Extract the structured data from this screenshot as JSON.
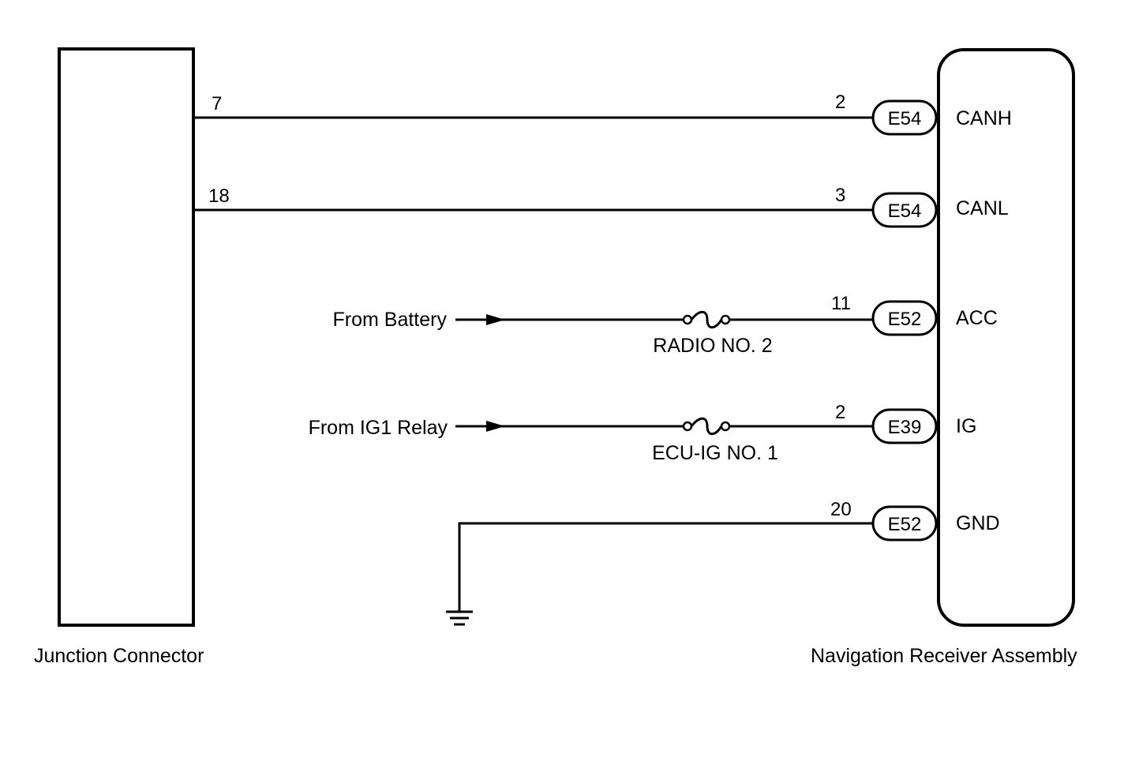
{
  "components": {
    "left": {
      "label": "Junction Connector"
    },
    "right": {
      "label": "Navigation Receiver Assembly"
    }
  },
  "circuits": [
    {
      "left_pin": "7",
      "source": "",
      "fuse": "",
      "pin": "2",
      "connector": "E54",
      "terminal": "CANH"
    },
    {
      "left_pin": "18",
      "source": "",
      "fuse": "",
      "pin": "3",
      "connector": "E54",
      "terminal": "CANL"
    },
    {
      "left_pin": "",
      "source": "From Battery",
      "fuse": "RADIO NO. 2",
      "pin": "11",
      "connector": "E52",
      "terminal": "ACC"
    },
    {
      "left_pin": "",
      "source": "From IG1 Relay",
      "fuse": "ECU-IG NO. 1",
      "pin": "2",
      "connector": "E39",
      "terminal": "IG"
    },
    {
      "left_pin": "",
      "source": "",
      "fuse": "",
      "pin": "20",
      "connector": "E52",
      "terminal": "GND"
    }
  ],
  "symbols": {
    "ground": "ground-icon",
    "fuse": "fuse-icon",
    "arrow": "arrow-right-icon"
  }
}
